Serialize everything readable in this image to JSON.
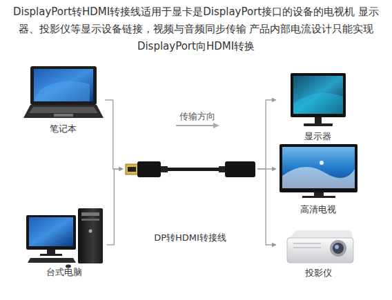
{
  "diagram": {
    "title": "DisplayPort转HDMI转接线适用于显卡是DisplayPort接口的设备的电视机 显示器、投影仪等显示设备链接，视频与音频同步传输 产品内部电流设计只能实现DisplayPort向HDMI转换",
    "nodes": [
      {
        "text": [
          "笔记本"
        ]
      },
      {
        "text": [
          "台式电脑"
        ]
      },
      {
        "text": [
          "DP转HDMI转接线"
        ]
      },
      {
        "text": [
          "显示器"
        ]
      },
      {
        "text": [
          "高清电视"
        ]
      },
      {
        "text": [
          "投影仪"
        ]
      }
    ],
    "edges": [
      {
        "from": 0,
        "to": 2,
        "arrow": "to"
      },
      {
        "from": 1,
        "to": 2,
        "arrow": "to"
      },
      {
        "from": 2,
        "to": 3,
        "arrow": "to"
      },
      {
        "from": 2,
        "to": 4,
        "arrow": "to"
      },
      {
        "from": 2,
        "to": 5,
        "arrow": "to"
      }
    ],
    "labels": [
      "传输方向"
    ]
  }
}
